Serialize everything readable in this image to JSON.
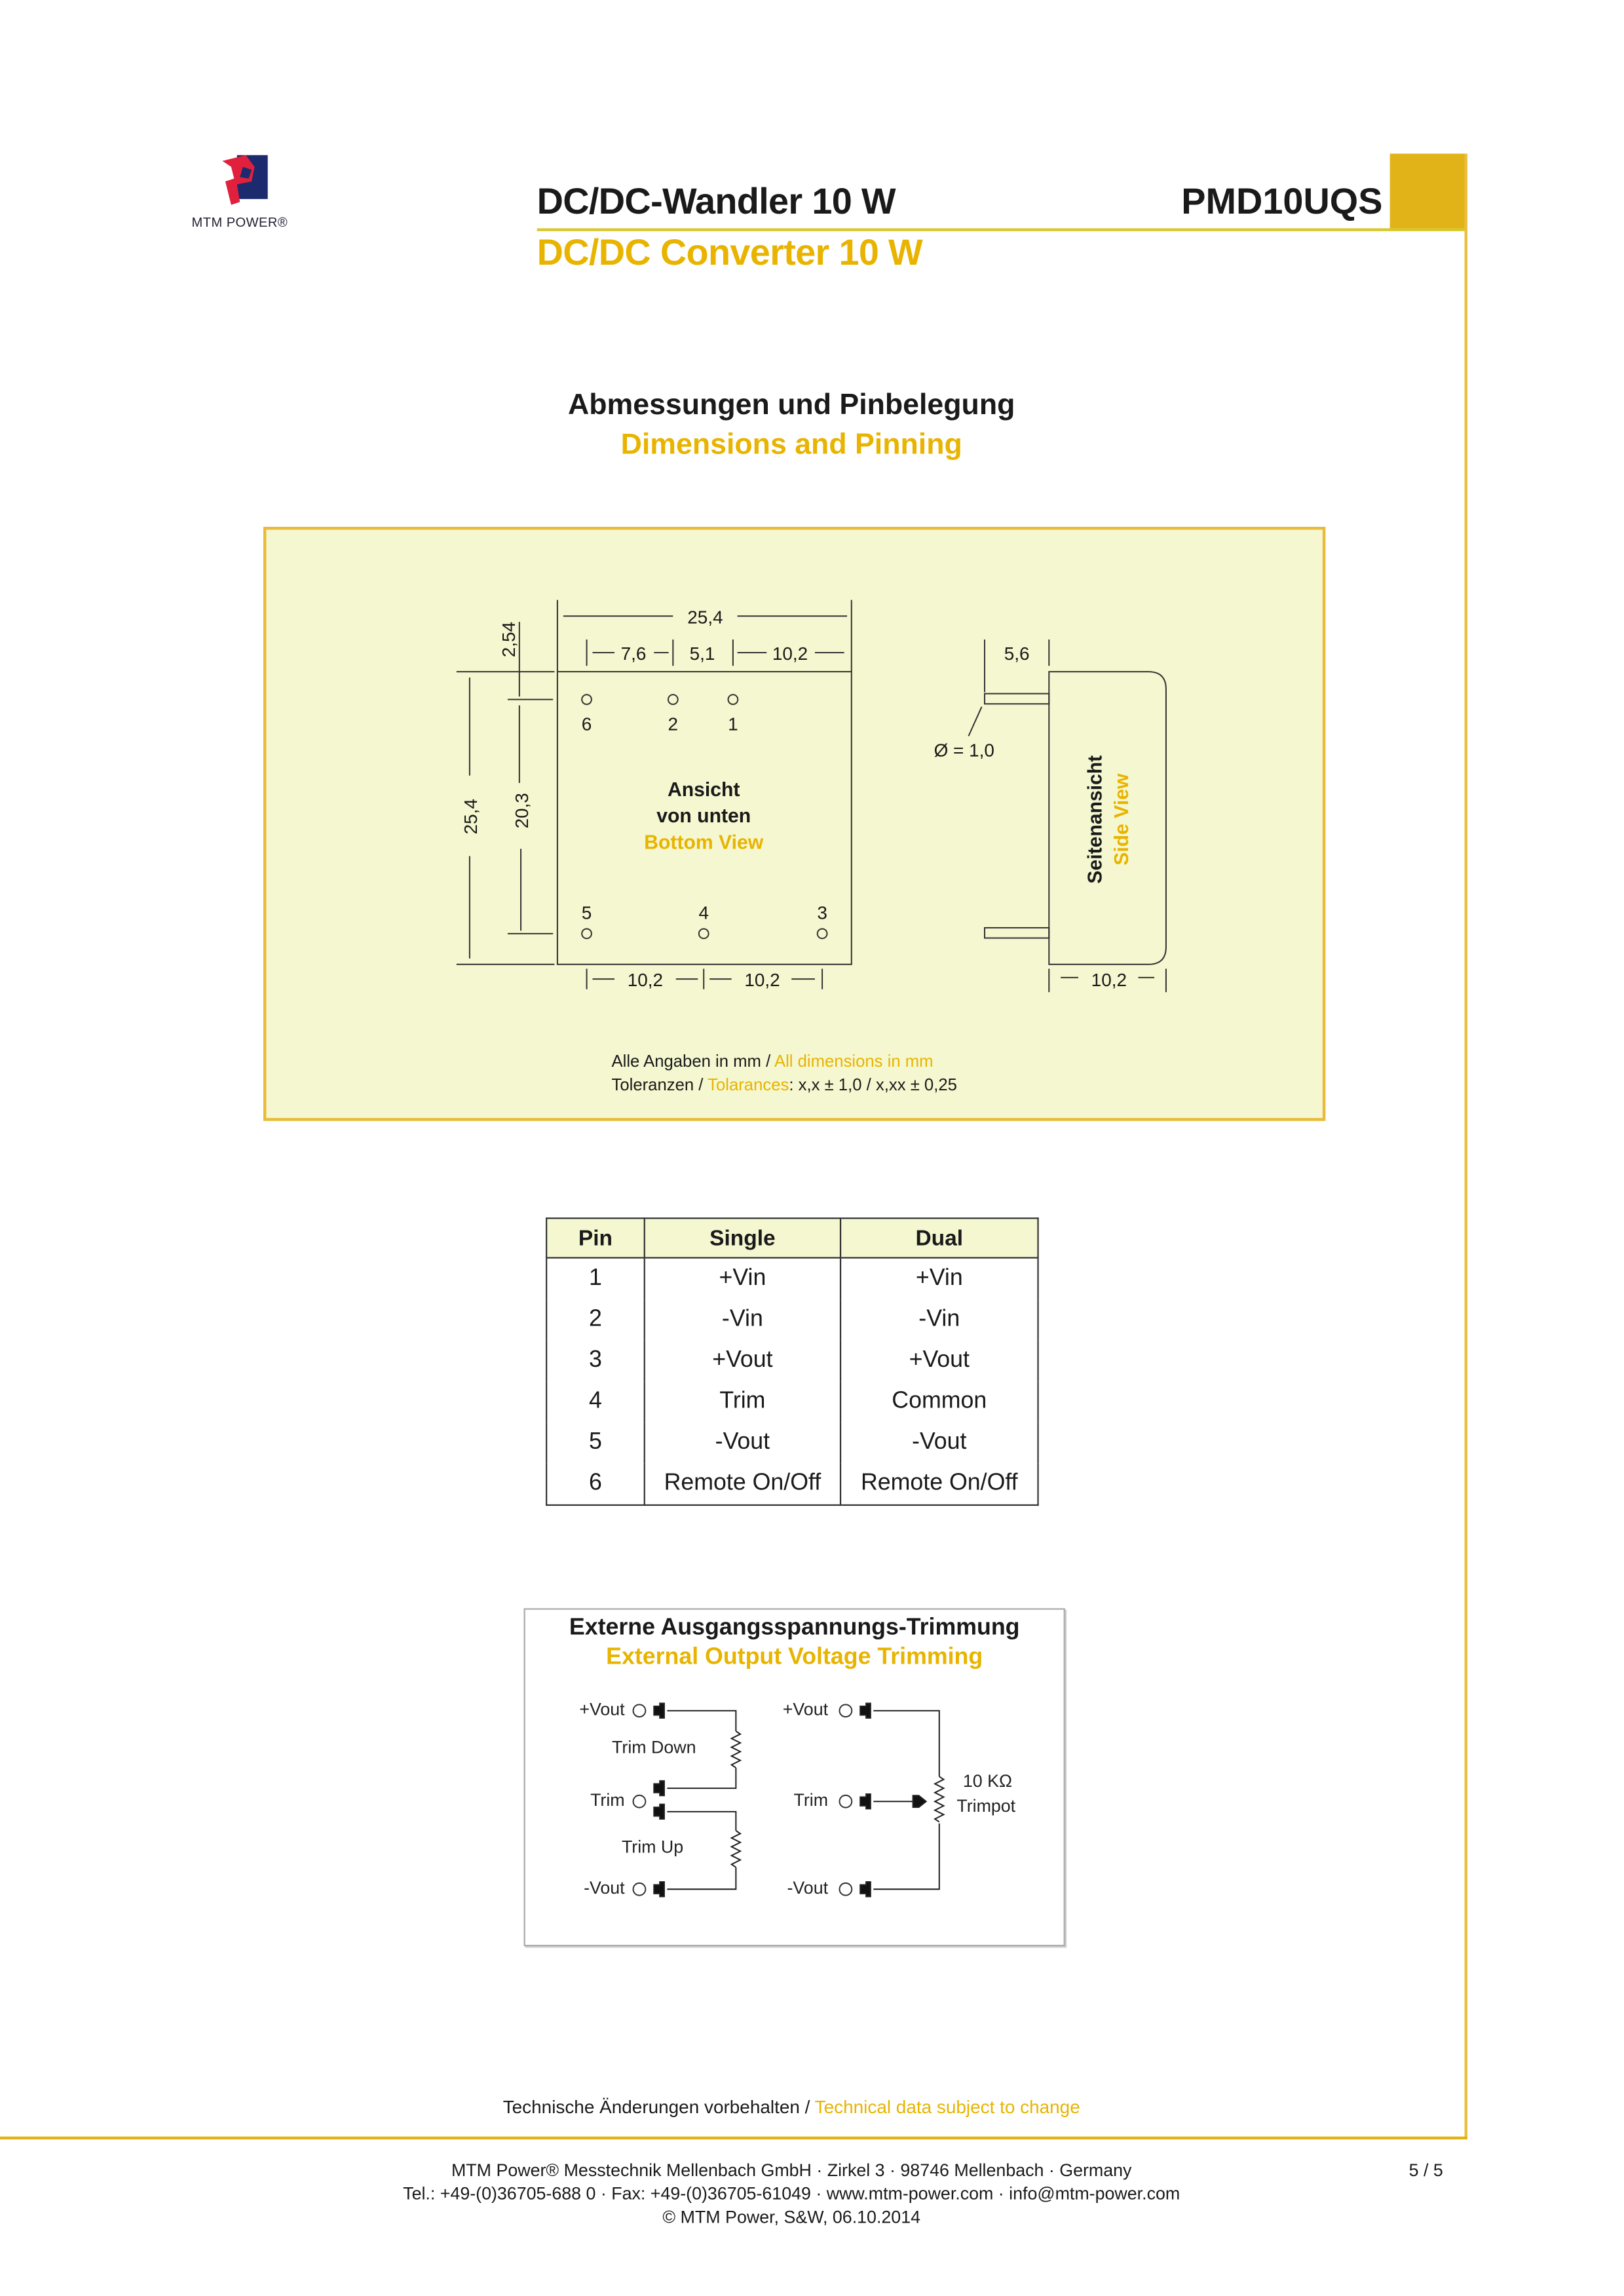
{
  "brand": {
    "logo_text": "MTM POWER®"
  },
  "header": {
    "title_de": "DC/DC-Wandler 10 W",
    "title_en": "DC/DC Converter 10 W",
    "product": "PMD10UQS"
  },
  "section": {
    "title_de": "Abmessungen und Pinbelegung",
    "title_en": "Dimensions and Pinning"
  },
  "dimensions": {
    "top_overall": "25,4",
    "top_segments": [
      "7,6",
      "5,1",
      "10,2"
    ],
    "left_overall": "25,4",
    "left_pin_span": "20,3",
    "left_offset": "2,54",
    "bottom_segments": [
      "10,2",
      "10,2"
    ],
    "top_pins": [
      "6",
      "2",
      "1"
    ],
    "bottom_pins": [
      "5",
      "4",
      "3"
    ],
    "view_de_1": "Ansicht",
    "view_de_2": "von unten",
    "view_en": "Bottom View",
    "side_height": "5,6",
    "pin_diameter": "Ø = 1,0",
    "side_width": "10,2",
    "side_de": "Seitenansicht",
    "side_en": "Side View",
    "note1_de": "Alle Angaben in mm / ",
    "note1_en": "All dimensions in mm",
    "note2_de": "Toleranzen / ",
    "note2_en": "Tolarances",
    "note2_values": ": x,x ± 1,0 / x,xx ± 0,25"
  },
  "pin_table": {
    "headers": [
      "Pin",
      "Single",
      "Dual"
    ],
    "rows": [
      [
        "1",
        "+Vin",
        "+Vin"
      ],
      [
        "2",
        "-Vin",
        "-Vin"
      ],
      [
        "3",
        "+Vout",
        "+Vout"
      ],
      [
        "4",
        "Trim",
        "Common"
      ],
      [
        "5",
        "-Vout",
        "-Vout"
      ],
      [
        "6",
        "Remote On/Off",
        "Remote On/Off"
      ]
    ]
  },
  "trimming": {
    "title_de": "Externe Ausgangsspannungs-Trimmung",
    "title_en": "External Output Voltage Trimming",
    "left": {
      "plus": "+Vout",
      "trim": "Trim",
      "minus": "-Vout",
      "down": "Trim Down",
      "up": "Trim Up"
    },
    "right": {
      "plus": "+Vout",
      "trim": "Trim",
      "minus": "-Vout",
      "value": "10 KΩ",
      "part": "Trimpot"
    }
  },
  "footer": {
    "change_de": "Technische Änderungen vorbehalten / ",
    "change_en": "Technical data subject to change",
    "line1": "MTM Power®  Messtechnik Mellenbach GmbH · Zirkel 3 · 98746 Mellenbach · Germany",
    "line2": "Tel.: +49-(0)36705-688 0 · Fax: +49-(0)36705-61049 · www.mtm-power.com · info@mtm-power.com",
    "line3": "© MTM Power, S&W, 06.10.2014",
    "page": "5 / 5"
  },
  "colors": {
    "accent": "#e8b400",
    "panel": "#f5f7d0",
    "block": "#e2b318"
  }
}
